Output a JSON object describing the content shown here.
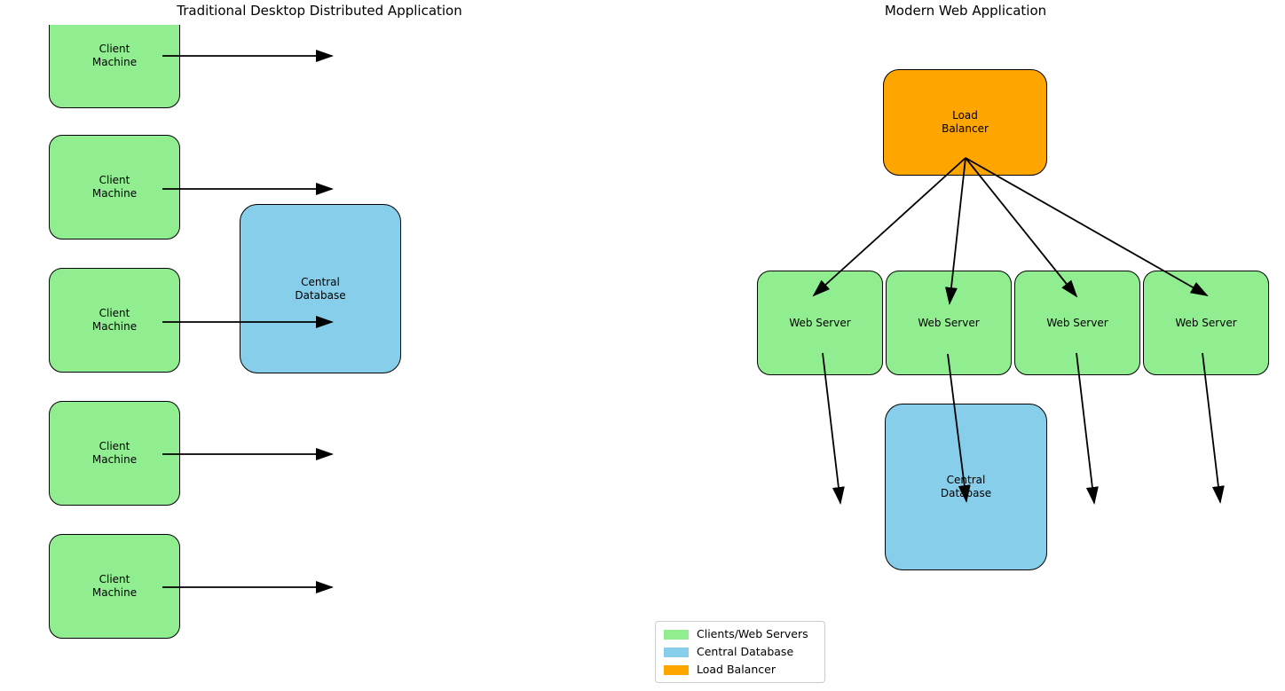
{
  "left_panel": {
    "title": "Traditional Desktop Distributed Application",
    "clients": [
      {
        "label": "Client Machine"
      },
      {
        "label": "Client Machine"
      },
      {
        "label": "Client Machine"
      },
      {
        "label": "Client Machine"
      },
      {
        "label": "Client Machine"
      }
    ],
    "database": {
      "label": "Central Database"
    }
  },
  "right_panel": {
    "title": "Modern Web Application",
    "load_balancer": {
      "label": "Load Balancer"
    },
    "web_servers": [
      {
        "label": "Web Server"
      },
      {
        "label": "Web Server"
      },
      {
        "label": "Web Server"
      },
      {
        "label": "Web Server"
      }
    ],
    "database": {
      "label": "Central Database"
    }
  },
  "legend": {
    "items": [
      {
        "label": "Clients/Web Servers",
        "color": "#90EE90"
      },
      {
        "label": "Central Database",
        "color": "#87CEEB"
      },
      {
        "label": "Load Balancer",
        "color": "#FFA500"
      }
    ]
  },
  "colors": {
    "client_fill": "#90EE90",
    "database_fill": "#87CEEB",
    "load_balancer_fill": "#FFA500",
    "border": "#000000",
    "arrow": "#000000",
    "background": "#ffffff"
  }
}
